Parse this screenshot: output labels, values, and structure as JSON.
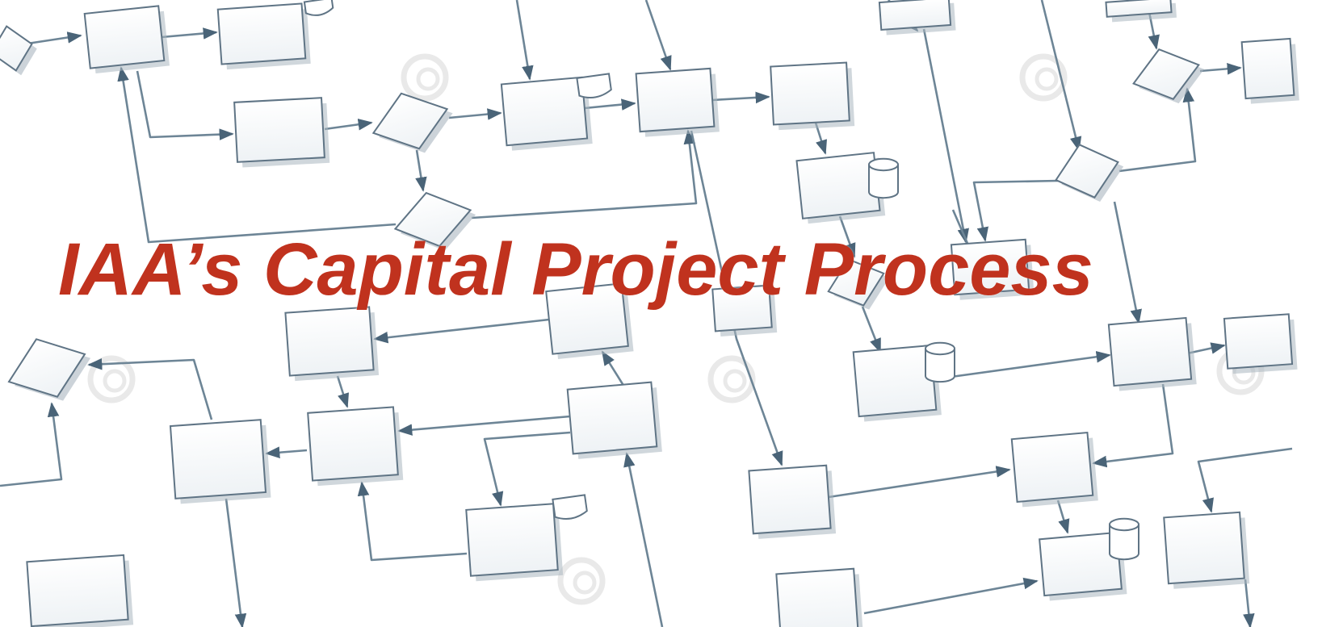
{
  "title": "IAA’s Capital Project Process",
  "colors": {
    "title": "#c0321e",
    "shape_fill": "#ffffff",
    "shape_stroke": "#5f7485",
    "connector": "#6d8596",
    "arrowhead": "#4a6478",
    "shadow": "#aab6bf",
    "watermark": "#e9e9e9"
  },
  "diagram": {
    "style": "flowchart background",
    "shapes": [
      "process-box",
      "decision-diamond",
      "database-cylinder",
      "document-note",
      "connector-arrow"
    ]
  }
}
